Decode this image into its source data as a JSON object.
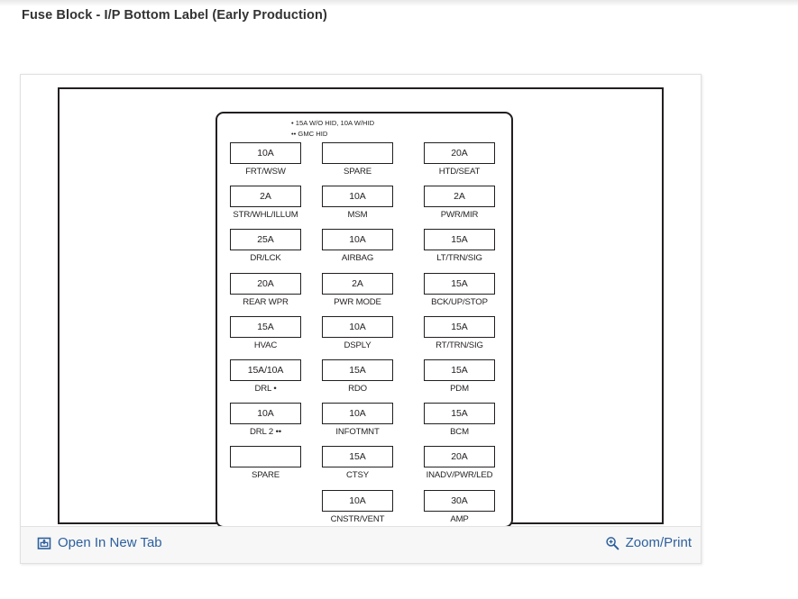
{
  "page": {
    "title": "Fuse Block - I/P Bottom Label (Early Production)"
  },
  "colors": {
    "link": "#2c5f9e",
    "diagram_line": "#231f20",
    "panel_border": "#e0e0e0",
    "toolbar_background": "#f7f7f7",
    "title_text": "#333333"
  },
  "diagram": {
    "notes": [
      "• 15A W/O HID, 10A W/HID",
      "•• GMC HID"
    ],
    "columns": [
      {
        "name": "column-1",
        "fuses": [
          {
            "amps": "10A",
            "label": "FRT/WSW"
          },
          {
            "amps": "2A",
            "label": "STR/WHL/ILLUM"
          },
          {
            "amps": "25A",
            "label": "DR/LCK"
          },
          {
            "amps": "20A",
            "label": "REAR WPR"
          },
          {
            "amps": "15A",
            "label": "HVAC"
          },
          {
            "amps": "15A/10A",
            "label": "DRL •"
          },
          {
            "amps": "10A",
            "label": "DRL 2 ••"
          },
          {
            "amps": "",
            "label": "SPARE"
          }
        ]
      },
      {
        "name": "column-2",
        "fuses": [
          {
            "amps": "",
            "label": "SPARE"
          },
          {
            "amps": "10A",
            "label": "MSM"
          },
          {
            "amps": "10A",
            "label": "AIRBAG"
          },
          {
            "amps": "2A",
            "label": "PWR MODE"
          },
          {
            "amps": "10A",
            "label": "DSPLY"
          },
          {
            "amps": "15A",
            "label": "RDO"
          },
          {
            "amps": "10A",
            "label": "INFOTMNT"
          },
          {
            "amps": "15A",
            "label": "CTSY"
          },
          {
            "amps": "10A",
            "label": "CNSTR/VENT"
          }
        ]
      },
      {
        "name": "column-3",
        "fuses": [
          {
            "amps": "20A",
            "label": "HTD/SEAT"
          },
          {
            "amps": "2A",
            "label": "PWR/MIR"
          },
          {
            "amps": "15A",
            "label": "LT/TRN/SIG"
          },
          {
            "amps": "15A",
            "label": "BCK/UP/STOP"
          },
          {
            "amps": "15A",
            "label": "RT/TRN/SIG"
          },
          {
            "amps": "15A",
            "label": "PDM"
          },
          {
            "amps": "15A",
            "label": "BCM"
          },
          {
            "amps": "20A",
            "label": "INADV/PWR/LED"
          },
          {
            "amps": "30A",
            "label": "AMP"
          }
        ]
      }
    ]
  },
  "toolbar": {
    "open_in_new_tab_label": "Open In New Tab",
    "open_in_new_tab_icon": "external-link-icon",
    "zoom_print_label": "Zoom/Print",
    "zoom_print_icon": "magnifier-plus-icon"
  }
}
